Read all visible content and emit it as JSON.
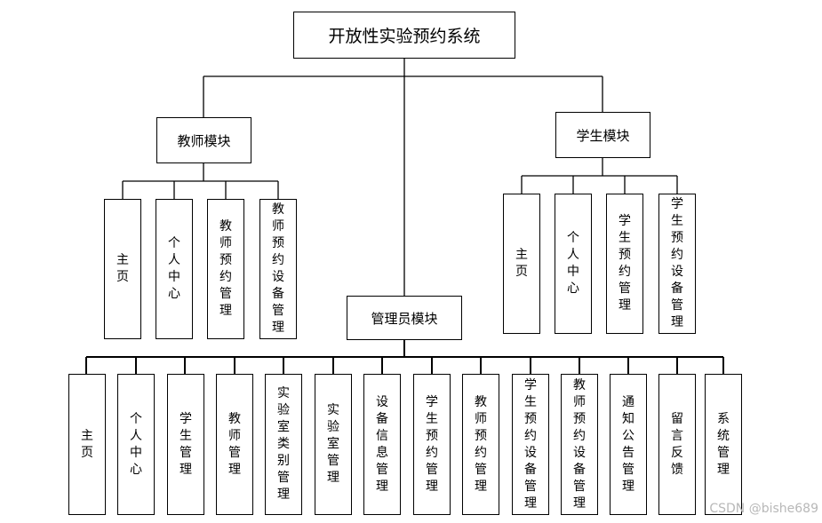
{
  "root": {
    "label": "开放性实验预约系统"
  },
  "teacher": {
    "label": "教师模块",
    "children": [
      "主页",
      "个人中心",
      "教师预约管理",
      "教师预约设备管理"
    ]
  },
  "student": {
    "label": "学生模块",
    "children": [
      "主页",
      "个人中心",
      "学生预约管理",
      "学生预约设备管理"
    ]
  },
  "admin": {
    "label": "管理员模块",
    "children": [
      "主页",
      "个人中心",
      "学生管理",
      "教师管理",
      "实验室类别管理",
      "实验室管理",
      "设备信息管理",
      "学生预约管理",
      "教师预约管理",
      "学生预约设备管理",
      "教师预约设备管理",
      "通知公告管理",
      "留言反馈",
      "系统管理"
    ]
  },
  "watermark": "CSDN @bishe689"
}
